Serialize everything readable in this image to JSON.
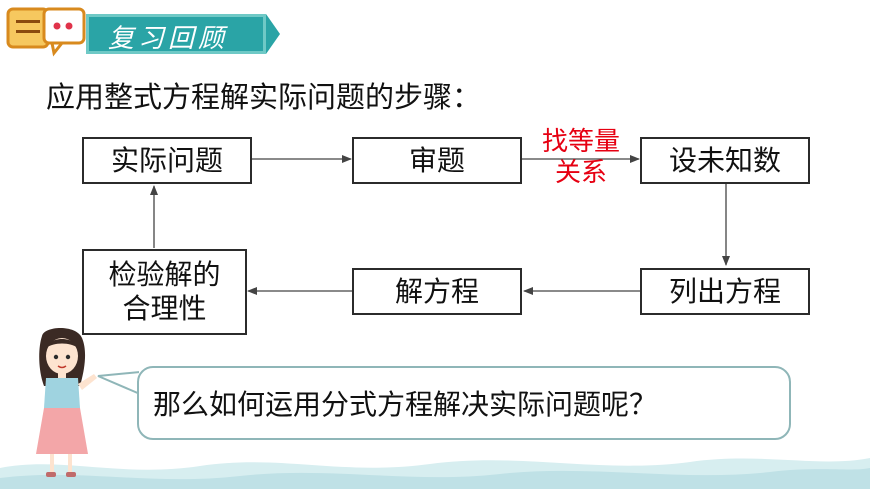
{
  "header": {
    "badge_title": "复习回顾",
    "icon": "chat-bubbles-icon"
  },
  "intro_text": "应用整式方程解实际问题的步骤：",
  "flow": {
    "steps": [
      "实际问题",
      "审题",
      "设未知数",
      "列出方程",
      "解方程",
      "检验解的合理性"
    ],
    "step_lines": {
      "check_line1": "检验解的",
      "check_line2": "合理性"
    },
    "edge_label_line1": "找等量",
    "edge_label_line2": "关系"
  },
  "question": "那么如何运用分式方程解决实际问题呢？",
  "colors": {
    "accent_teal": "#2aa4a6",
    "edge_label_red": "#e60012",
    "icon_orange": "#f2a23a"
  }
}
